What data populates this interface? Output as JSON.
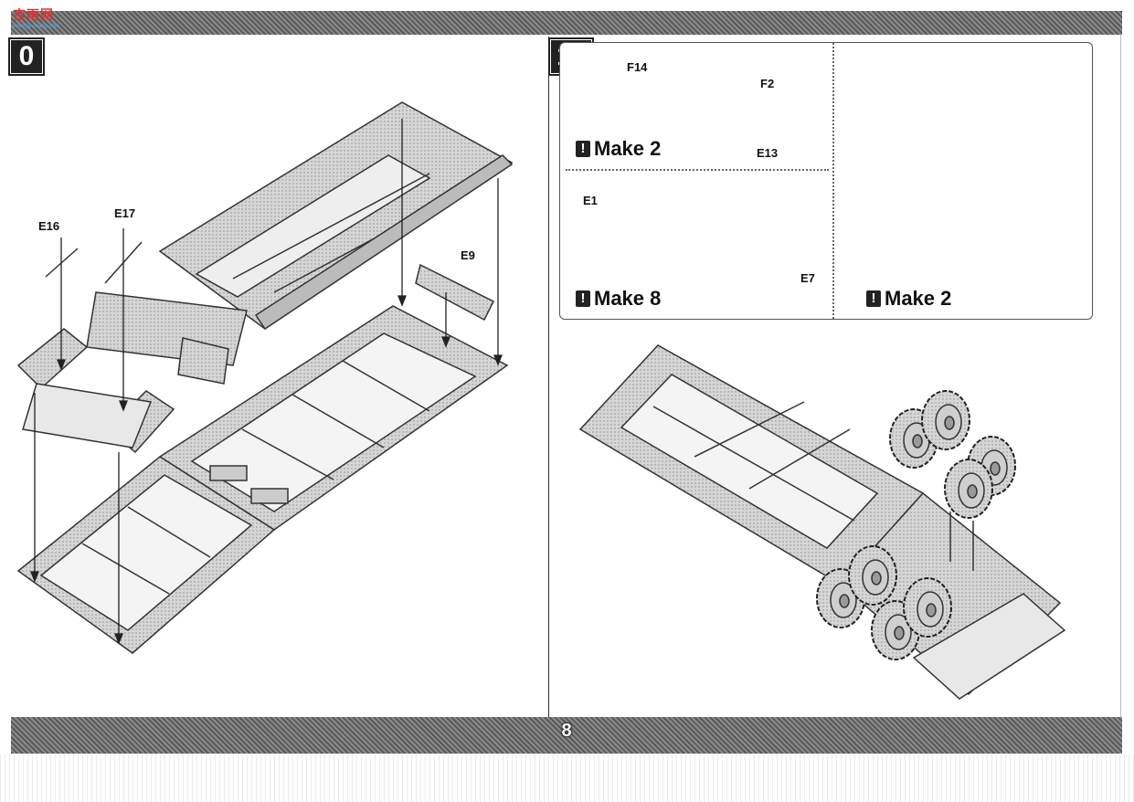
{
  "page": {
    "number": "8"
  },
  "logo": {
    "text": "吉雨网",
    "sub": "www.jiyuwang.com"
  },
  "left_step": {
    "number": "0",
    "parts": {
      "e16": "E16",
      "e17": "E17",
      "e9": "E9"
    }
  },
  "right_step": {
    "number": "11",
    "panel": {
      "axle": {
        "f14": "F14",
        "f2": "F2",
        "e13": "E13",
        "make": "Make 2"
      },
      "wheel": {
        "e1": "E1",
        "e7": "E7",
        "make": "Make 8"
      },
      "bogie": {
        "make": "Make 2"
      }
    }
  },
  "colors": {
    "band": "#6f6f6f",
    "ink": "#222222",
    "frame": "#c8c8c8"
  }
}
